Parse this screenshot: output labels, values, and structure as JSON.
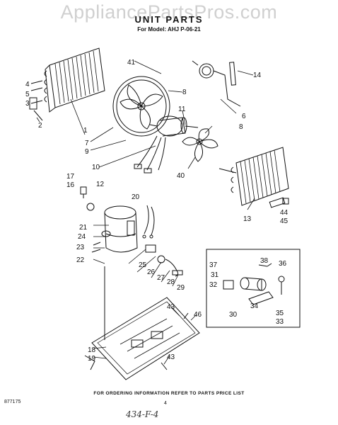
{
  "watermark": "AppliancePartsPros.com",
  "title": "UNIT PARTS",
  "model": "For Model: AHJ P-06-21",
  "footer": "FOR ORDERING INFORMATION REFER TO PARTS PRICE LIST",
  "page_code": "877175",
  "page_number": "4",
  "handwritten_note": "434-F-4",
  "callouts": [
    "1",
    "2",
    "3",
    "4",
    "5",
    "6",
    "7",
    "8",
    "8",
    "9",
    "10",
    "11",
    "12",
    "13",
    "14",
    "16",
    "17",
    "18",
    "19",
    "20",
    "21",
    "22",
    "23",
    "24",
    "25",
    "26",
    "27",
    "28",
    "29",
    "30",
    "31",
    "32",
    "33",
    "34",
    "35",
    "36",
    "37",
    "38",
    "40",
    "41",
    "43",
    "43",
    "44",
    "45",
    "46"
  ]
}
